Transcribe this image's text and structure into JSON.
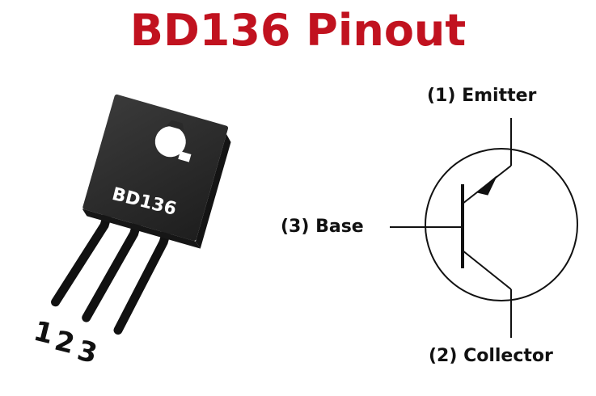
{
  "title": "BD136 Pinout",
  "package": {
    "marking": "BD136",
    "pin_numbers": [
      "1",
      "2",
      "3"
    ]
  },
  "symbol": {
    "emitter_label": "(1) Emitter",
    "base_label": "(3) Base",
    "collector_label": "(2) Collector"
  },
  "colors": {
    "title": "#c1121f",
    "body": "#2b2b2b",
    "ink": "#111111"
  }
}
